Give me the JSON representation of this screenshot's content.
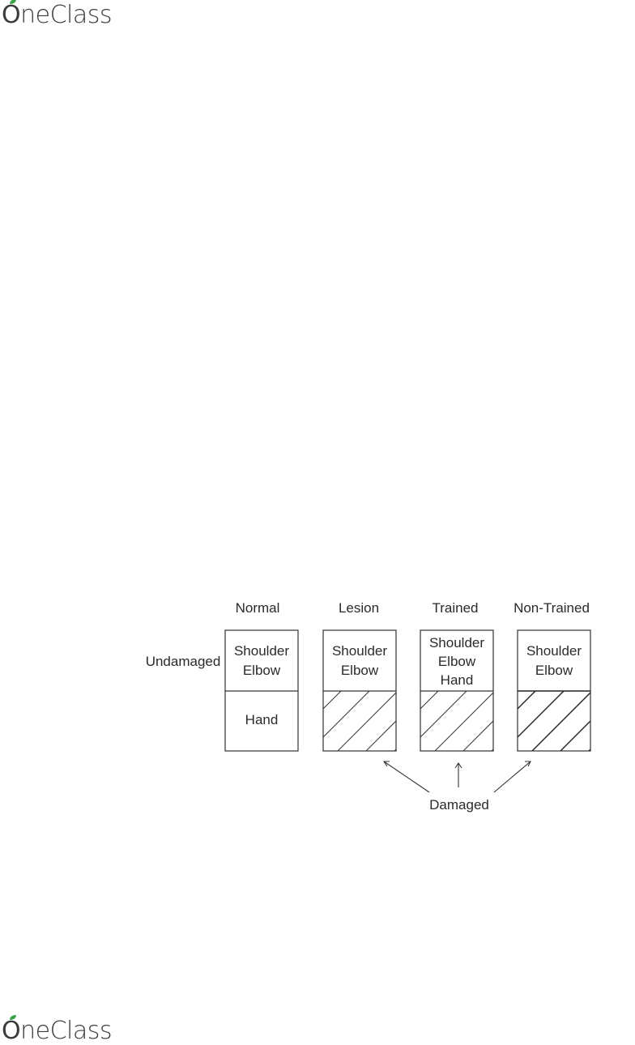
{
  "logo": {
    "first_letter": "O",
    "rest": "neClass",
    "accent_color": "#3aa34a"
  },
  "diagram": {
    "row_label": "Undamaged",
    "bottom_label": "Damaged",
    "columns": [
      {
        "header": "Normal",
        "top_lines": [
          "Shoulder",
          "Elbow"
        ],
        "bottom_text": "Hand",
        "bottom_hatched": false
      },
      {
        "header": "Lesion",
        "top_lines": [
          "Shoulder",
          "Elbow"
        ],
        "bottom_text": "",
        "bottom_hatched": true
      },
      {
        "header": "Trained",
        "top_lines": [
          "Shoulder",
          "Elbow",
          "Hand"
        ],
        "bottom_text": "",
        "bottom_hatched": true
      },
      {
        "header": "Non-Trained",
        "top_lines": [
          "Shoulder",
          "Elbow"
        ],
        "bottom_text": "",
        "bottom_hatched": true
      }
    ],
    "line_color": "#333333"
  }
}
